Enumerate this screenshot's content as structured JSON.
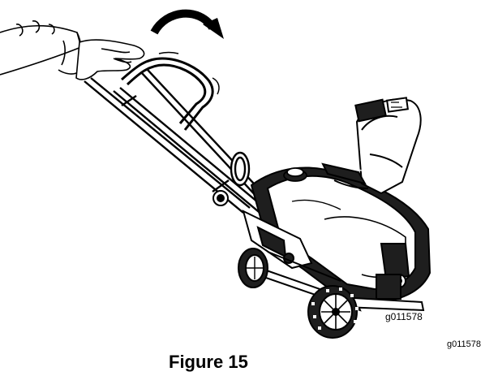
{
  "figure": {
    "caption": "Figure 15",
    "illustration_id_inner": "g011578",
    "illustration_id_outer": "g011578",
    "subject": "snow thrower with operator hand pushing handle down",
    "motion_indicator": "curved-arrow-icon"
  },
  "colors": {
    "ink": "#000000",
    "paper": "#ffffff",
    "machine_fill": "#1e1e1e"
  }
}
